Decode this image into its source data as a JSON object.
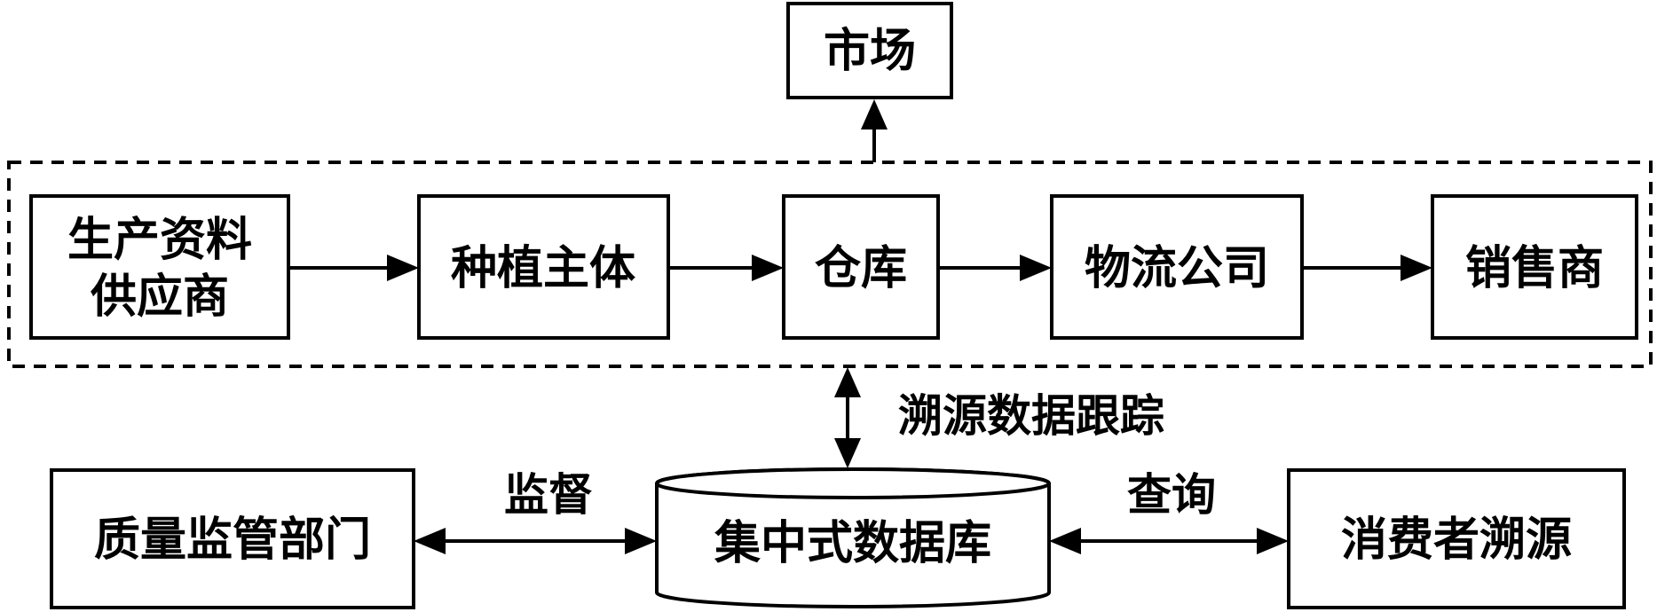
{
  "nodes": {
    "market": "市场",
    "supplier_line1": "生产资料",
    "supplier_line2": "供应商",
    "planting": "种植主体",
    "warehouse": "仓库",
    "logistics": "物流公司",
    "seller": "销售商",
    "quality_dept": "质量监管部门",
    "database": "集中式数据库",
    "consumer": "消费者溯源"
  },
  "edge_labels": {
    "tracking": "溯源数据跟踪",
    "supervise": "监督",
    "query": "查询"
  }
}
